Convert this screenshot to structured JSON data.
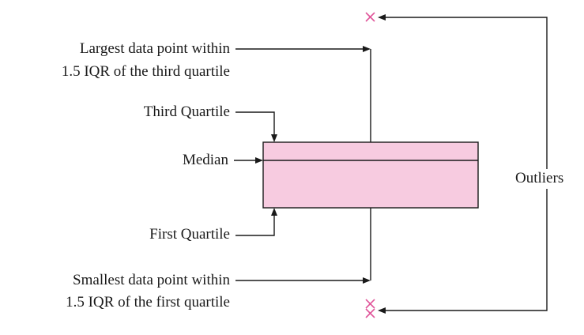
{
  "labels": {
    "largest_line1": "Largest data point within",
    "largest_line2": "1.5 IQR of the third quartile",
    "third_quartile": "Third Quartile",
    "median": "Median",
    "first_quartile": "First Quartile",
    "smallest_line1": "Smallest data point within",
    "smallest_line2": "1.5 IQR of the first quartile",
    "outliers": "Outliers"
  },
  "colors": {
    "box_fill": "#f7cbe0",
    "outlier_marker": "#e0559a",
    "line": "#1a1a1a"
  },
  "icons": {
    "outlier_marker": "x-mark-icon"
  }
}
